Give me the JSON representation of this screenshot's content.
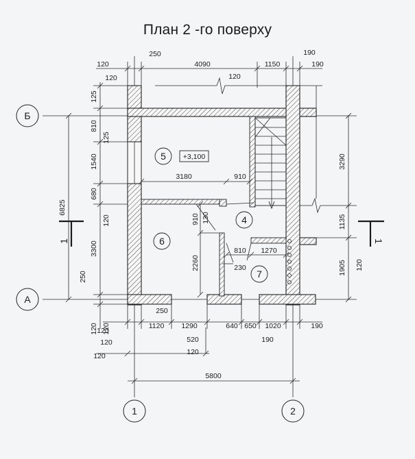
{
  "title": "План 2 -го поверху",
  "axes": {
    "a": "А",
    "b": "Б",
    "one": "1",
    "two": "2"
  },
  "section_mark": "1",
  "rooms": {
    "r4": "4",
    "r5": "5",
    "r6": "6",
    "r7": "7"
  },
  "level_mark": "+3,100",
  "dims": {
    "top": {
      "d120a": "120",
      "d250": "250",
      "d4090": "4090",
      "d1150": "1150",
      "d190a": "190",
      "d190b": "190",
      "d120b": "120",
      "d120c": "120"
    },
    "left": {
      "d125a": "125",
      "d810": "810",
      "d125b": "125",
      "d1540": "1540",
      "d680": "680",
      "d120": "120",
      "d3300": "3300",
      "d250": "250",
      "d120b": "120",
      "d120c": "120",
      "d6825": "6825"
    },
    "right": {
      "d3290": "3290",
      "d1135": "1135",
      "d1905": "1905",
      "d120": "120"
    },
    "interior": {
      "d3180": "3180",
      "d910a": "910",
      "d910b": "910",
      "d130": "130",
      "d2260": "2260",
      "d810": "810",
      "d1270": "1270",
      "d230": "230"
    },
    "bottom": {
      "d120a": "120",
      "d250": "250",
      "d1120": "1120",
      "d1290": "1290",
      "d640": "640",
      "d650": "650",
      "d1020": "1020",
      "d190a": "190",
      "d120b": "120",
      "d520": "520",
      "d190b": "190",
      "d120c": "120",
      "d120d": "120",
      "d5800": "5800"
    }
  }
}
